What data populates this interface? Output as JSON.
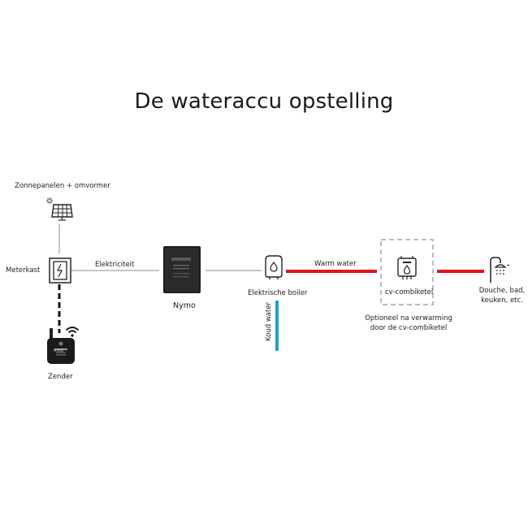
{
  "title": "De wateraccu opstelling",
  "nodes": {
    "solar": "Zonnepanelen + omvormer",
    "meter": "Meterkast",
    "sender": "Zender",
    "nymo": "Nymo",
    "boiler": "Elektrische boiler",
    "cv": "cv-combiketel",
    "shower": "Douche, bad,\nkeuken, etc.",
    "optional": "Optioneel na verwarming\ndoor de cv-combiketel"
  },
  "edges": {
    "electricity": "Elektriciteit",
    "warm_water": "Warm water",
    "cold_water": "Koud water"
  },
  "device_text": {
    "sender_brand": "NYMO"
  },
  "colors": {
    "warm": "#e0141e",
    "cold": "#1e9fd6",
    "wire": "#8c8c8c",
    "dashed": "#a8a8a8"
  }
}
